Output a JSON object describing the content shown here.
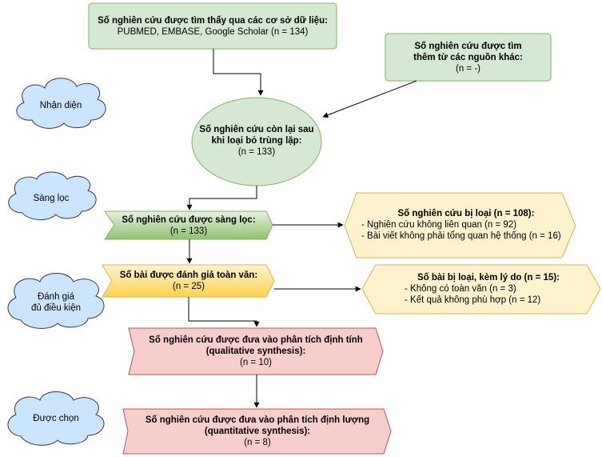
{
  "phases": {
    "identification": "Nhận diện",
    "screening": "Sàng lọc",
    "eligibility_line1": "Đánh giá",
    "eligibility_line2": "đủ điều kiện",
    "included": "Được chọn"
  },
  "boxes": {
    "databases": {
      "title": "Số nghiên cứu được tìm thấy qua các cơ sở dữ liệu:",
      "detail": "PUBMED, EMBASE, Google Scholar (n = 134)"
    },
    "other_sources": {
      "title_line1": "Số nghiên cứu được tìm",
      "title_line2": "thêm từ các nguồn khác:",
      "count": "(n = -)"
    },
    "after_duplicates": {
      "title_line1": "Số nghiên cứu còn lại sau",
      "title_line2": "khi loại bỏ trùng lặp:",
      "count": "(n = 133)"
    },
    "screened": {
      "title": "Số nghiên cứu được sàng lọc:",
      "count": "(n = 133)"
    },
    "excluded": {
      "title": "Số nghiên cứu bị loại (n = 108):",
      "reasons": [
        "- Nghiên cứu không liên quan (n = 92)",
        "- Bài viết không phải tổng quan hệ thống (n = 16)"
      ]
    },
    "fulltext": {
      "title": "Số bài được đánh giá toàn văn:",
      "count": "(n = 25)"
    },
    "fulltext_excluded": {
      "title": "Số bài bị loại, kèm lý do (n = 15):",
      "reasons": [
        "- Không có toàn văn (n = 3)",
        "- Kết quả không phù hợp (n = 12)"
      ]
    },
    "qualitative": {
      "title_line1": "Số nghiên cứu được đưa vào phân tích định tính",
      "title_line2": "(qualitative synthesis):",
      "count": "(n = 10)"
    },
    "quantitative": {
      "title_line1": "Số nghiên cứu được đưa vào phân tích định lượng",
      "title_line2": "(quantitative synthesis):",
      "count": "(n = 8)"
    }
  },
  "colors": {
    "green_fill": "#d5e8d4",
    "green_stroke": "#82b366",
    "cloud_fill": "#cce5ff",
    "cloud_stroke": "#36393d",
    "yellow_fill": "#fff2cc",
    "yellow_stroke": "#d6b656",
    "pink_fill": "#f8cecc",
    "pink_stroke": "#b85450"
  }
}
